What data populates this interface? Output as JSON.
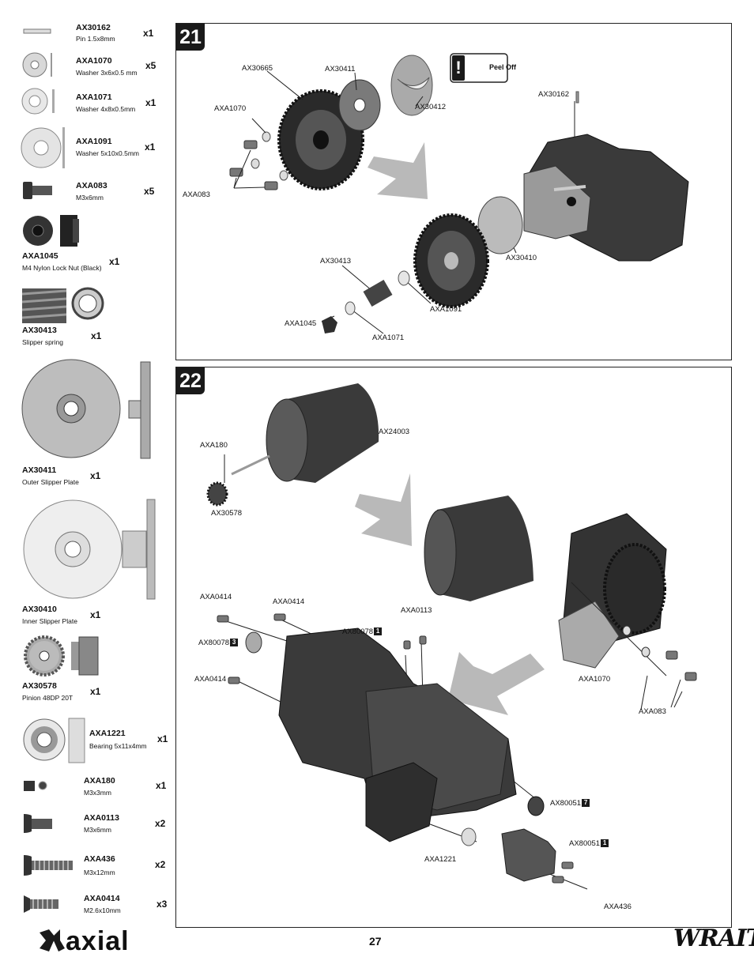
{
  "parts": [
    {
      "id": "pin",
      "number": "AX30162",
      "desc": "Pin 1.5x8mm",
      "qty": "x1"
    },
    {
      "id": "washer-3x6",
      "number": "AXA1070",
      "desc": "Washer 3x6x0.5 mm",
      "qty": "x5"
    },
    {
      "id": "washer-4x8",
      "number": "AXA1071",
      "desc": "Washer 4x8x0.5mm",
      "qty": "x1"
    },
    {
      "id": "washer-5x10",
      "number": "AXA1091",
      "desc": "Washer 5x10x0.5mm",
      "qty": "x1"
    },
    {
      "id": "screw-m3x6",
      "number": "AXA083",
      "desc": "M3x6mm",
      "qty": "x5"
    },
    {
      "id": "lock-nut",
      "number": "AXA1045",
      "desc": "M4 Nylon Lock Nut (Black)",
      "qty": "x1"
    },
    {
      "id": "slipper-spring",
      "number": "AX30413",
      "desc": "Slipper spring",
      "qty": "x1"
    },
    {
      "id": "outer-slipper-plate",
      "number": "AX30411",
      "desc": "Outer Slipper Plate",
      "qty": "x1"
    },
    {
      "id": "inner-slipper-plate",
      "number": "AX30410",
      "desc": "Inner Slipper Plate",
      "qty": "x1"
    },
    {
      "id": "pinion",
      "number": "AX30578",
      "desc": "Pinion 48DP 20T",
      "qty": "x1"
    },
    {
      "id": "bearing",
      "number": "AXA1221",
      "desc": "Bearing 5x11x4mm",
      "qty": "x1"
    },
    {
      "id": "set-screw",
      "number": "AXA180",
      "desc": "M3x3mm",
      "qty": "x1"
    },
    {
      "id": "button-screw",
      "number": "AXA0113",
      "desc": "M3x6mm",
      "qty": "x2"
    },
    {
      "id": "long-screw",
      "number": "AXA436",
      "desc": "M3x12mm",
      "qty": "x2"
    },
    {
      "id": "flat-screw",
      "number": "AXA0414",
      "desc": "M2.6x10mm",
      "qty": "x3"
    }
  ],
  "step21": {
    "number": "21",
    "peel_off": "Peel Off",
    "labels": {
      "ax30665": "AX30665",
      "ax30411": "AX30411",
      "axa1070": "AXA1070",
      "ax30412": "AX30412",
      "axa083": "AXA083",
      "ax30162": "AX30162",
      "ax30413": "AX30413",
      "ax30410": "AX30410",
      "axa1091": "AXA1091",
      "axa1045": "AXA1045",
      "axa1071": "AXA1071"
    }
  },
  "step22": {
    "number": "22",
    "labels": {
      "axa180": "AXA180",
      "ax24003": "AX24003",
      "ax30578": "AX30578",
      "axa0414a": "AXA0414",
      "axa0414b": "AXA0414",
      "axa0413": "AXA0113",
      "ax80078a": "AX80078",
      "ax80078a_badge": "1",
      "ax80078b": "AX80078",
      "ax80078b_badge": "3",
      "axa0414c": "AXA0414",
      "axa1070": "AXA1070",
      "axa083": "AXA083",
      "ax80051a": "AX80051",
      "ax80051a_badge": "7",
      "ax80051b": "AX80051",
      "ax80051b_badge": "1",
      "axa1221": "AXA1221",
      "axa436": "AXA436"
    }
  },
  "footer": {
    "page": "27",
    "brand": "axial",
    "model": "WRAITH"
  }
}
